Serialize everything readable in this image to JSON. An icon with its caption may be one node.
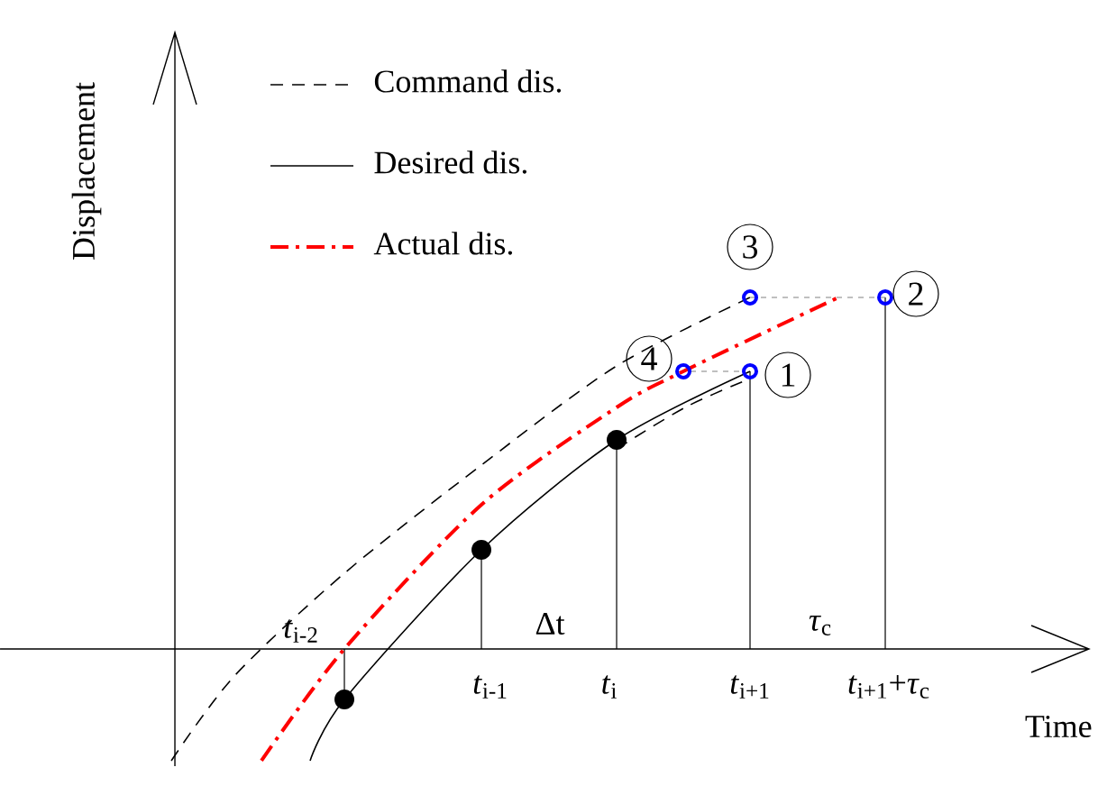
{
  "diagram": {
    "nodes": [
      {
        "text": [
          "3"
        ]
      },
      {
        "text": [
          "2"
        ]
      },
      {
        "text": [
          "4"
        ]
      },
      {
        "text": [
          "1"
        ]
      }
    ],
    "edges": [],
    "labels": [
      "Displacement",
      "*t*$_{i-2}$",
      "Δt",
      "*τ*$_{c}$",
      "*t*$_{i-1}$",
      "*t*$_{i}$",
      "*t*$_{i+1}$",
      "*t*$_{i+1}$+*τ*$_{c}$",
      "Time"
    ],
    "legend": [
      {
        "text": "Command dis."
      },
      {
        "text": "Desired dis."
      },
      {
        "text": "Actual dis."
      }
    ]
  }
}
